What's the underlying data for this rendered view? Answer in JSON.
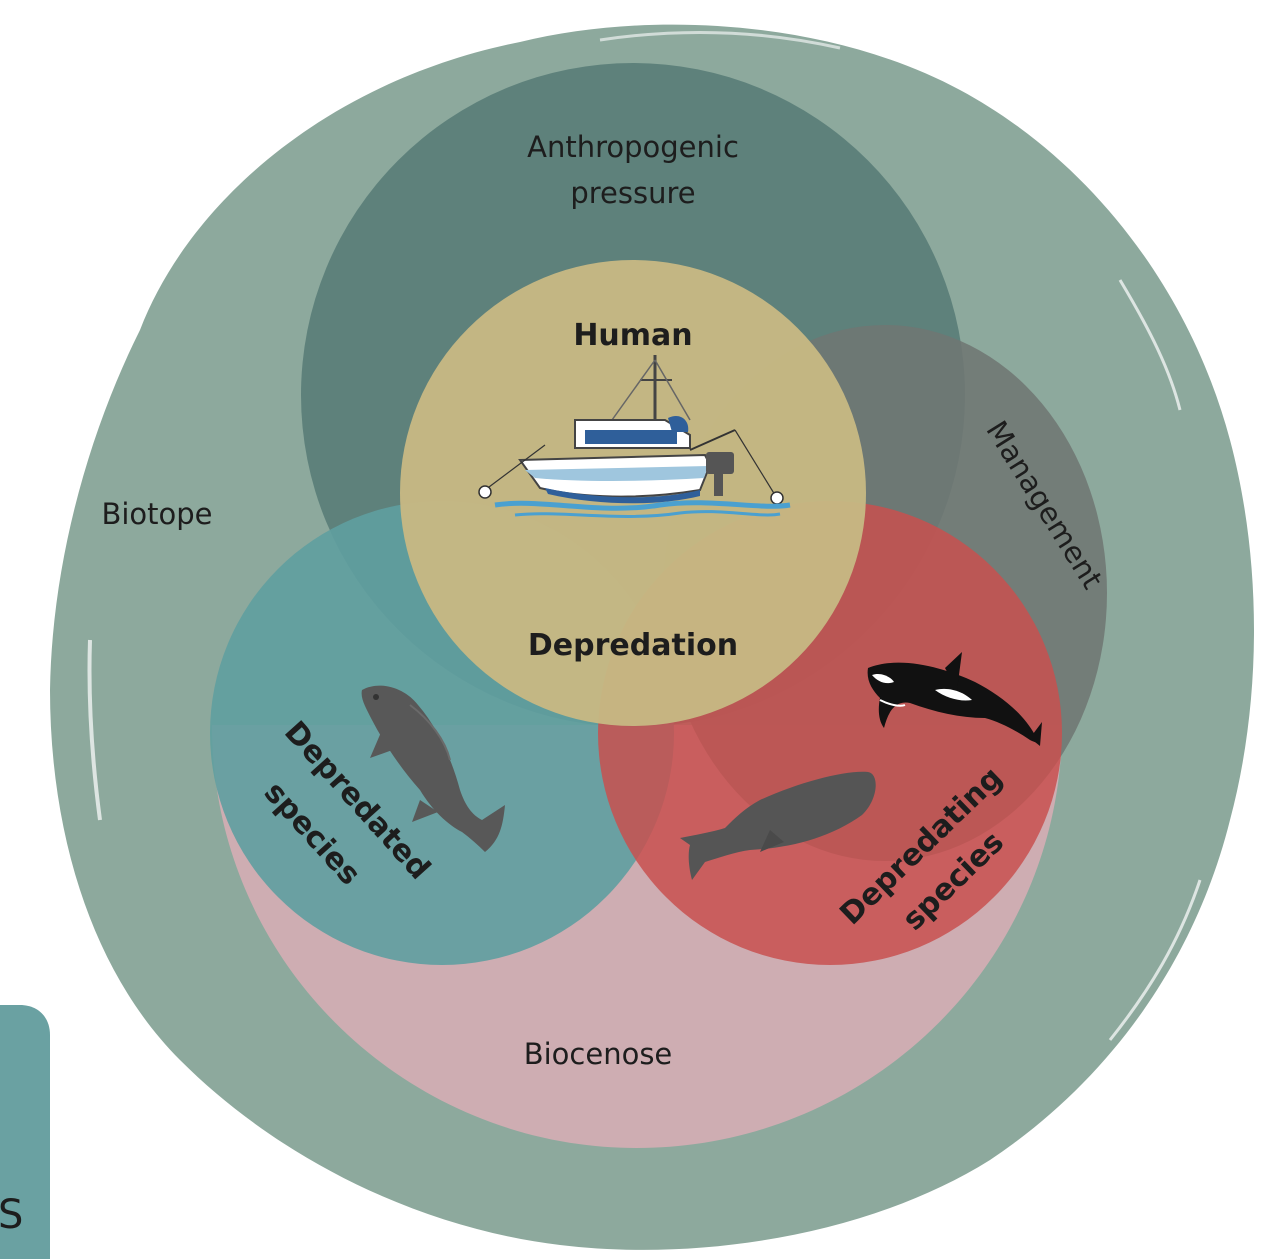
{
  "labels": {
    "anthropogenic_line1": "Anthropogenic",
    "anthropogenic_line2": "pressure",
    "human": "Human",
    "depredation": "Depredation",
    "management": "Management",
    "biotope": "Biotope",
    "depredated_line1": "Depredated",
    "depredated_line2": "species",
    "depredating_line1": "Depredating",
    "depredating_line2": "species",
    "biocenose": "Biocenose",
    "corner_partial": "S"
  },
  "icons": {
    "boat": "fishing-boat-icon",
    "fish": "fish-icon",
    "orca": "orca-icon",
    "sperm_whale": "sperm-whale-icon"
  },
  "colors": {
    "biotope": "#8da99d",
    "anthropogenic": "#5a7e78",
    "human": "#c7b883",
    "management": "#6f7673",
    "depredated": "#5f9ea0",
    "depredating": "#c35a59",
    "biocenose": "#ceadb2"
  }
}
